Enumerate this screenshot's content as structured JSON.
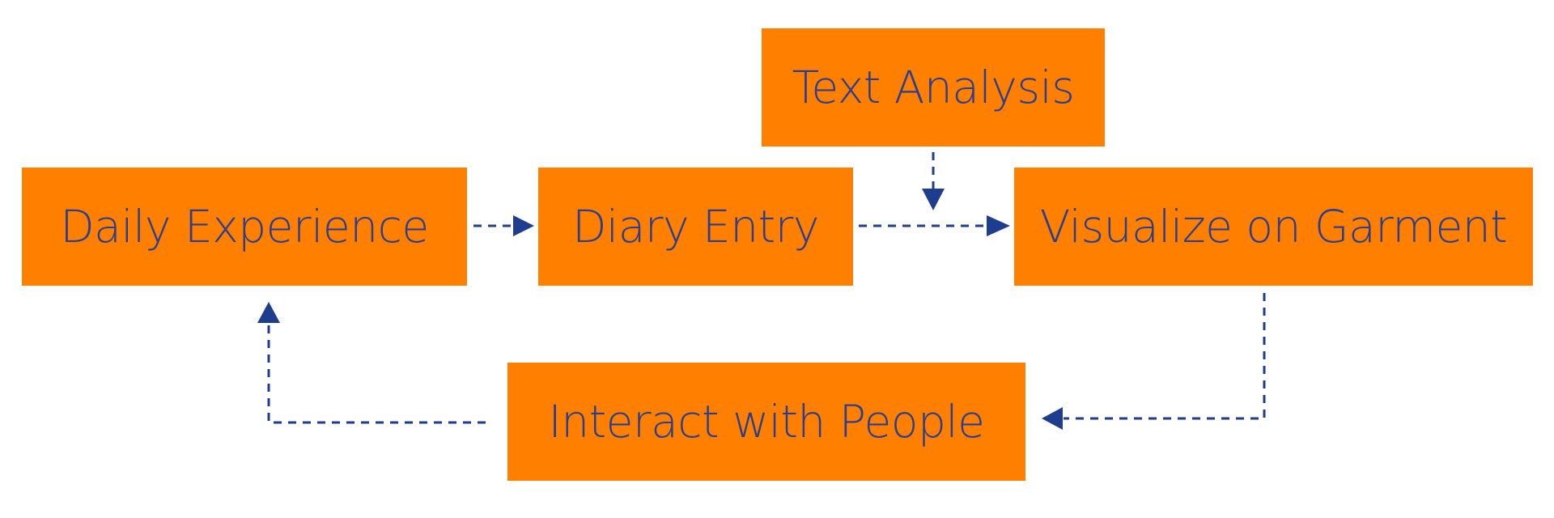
{
  "colors": {
    "node_fill": "#FF7F00",
    "text": "#2C3E8C",
    "connector": "#1F3D8F",
    "background": "#FFFFFF"
  },
  "nodes": {
    "daily_experience": "Daily Experience",
    "diary_entry": "Diary Entry",
    "text_analysis": "Text Analysis",
    "visualize_on_garment": "Visualize on Garment",
    "interact_with_people": "Interact with People"
  },
  "edges": [
    {
      "from": "daily_experience",
      "to": "diary_entry",
      "style": "dashed"
    },
    {
      "from": "diary_entry",
      "to": "visualize_on_garment",
      "style": "dashed"
    },
    {
      "from": "text_analysis",
      "to": "diary_entry-visualize_on_garment connector",
      "style": "dashed"
    },
    {
      "from": "visualize_on_garment",
      "to": "interact_with_people",
      "style": "dashed"
    },
    {
      "from": "interact_with_people",
      "to": "daily_experience",
      "style": "dashed"
    }
  ]
}
